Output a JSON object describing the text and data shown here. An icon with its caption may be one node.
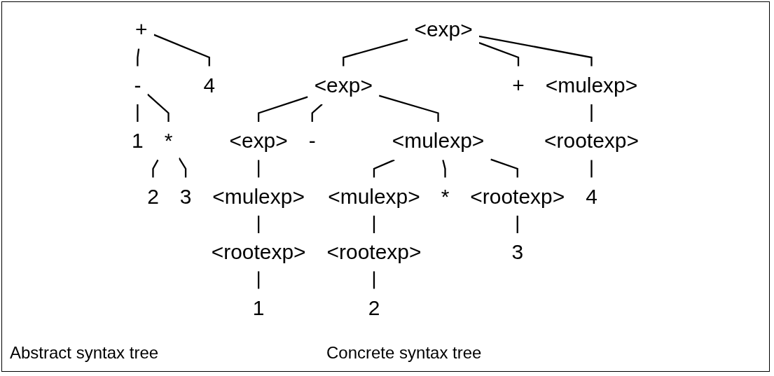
{
  "diagram": {
    "nodes": [
      {
        "text": [
          "+"
        ]
      },
      {
        "text": [
          "-"
        ]
      },
      {
        "text": [
          "4"
        ]
      },
      {
        "text": [
          "1"
        ]
      },
      {
        "text": [
          "*"
        ]
      },
      {
        "text": [
          "2"
        ]
      },
      {
        "text": [
          "3"
        ]
      },
      {
        "text": [
          "<exp>"
        ]
      },
      {
        "text": [
          "<exp>"
        ]
      },
      {
        "text": [
          "+"
        ]
      },
      {
        "text": [
          "<mulexp>"
        ]
      },
      {
        "text": [
          "<exp>"
        ]
      },
      {
        "text": [
          "-"
        ]
      },
      {
        "text": [
          "<mulexp>"
        ]
      },
      {
        "text": [
          "<rootexp>"
        ]
      },
      {
        "text": [
          "<mulexp>"
        ]
      },
      {
        "text": [
          "<mulexp>"
        ]
      },
      {
        "text": [
          "*"
        ]
      },
      {
        "text": [
          "<rootexp>"
        ]
      },
      {
        "text": [
          "4"
        ]
      },
      {
        "text": [
          "<rootexp>"
        ]
      },
      {
        "text": [
          "<rootexp>"
        ]
      },
      {
        "text": [
          "3"
        ]
      },
      {
        "text": [
          "1"
        ]
      },
      {
        "text": [
          "2"
        ]
      }
    ],
    "edges": [
      {
        "from": 0,
        "to": 1,
        "arrow": "none"
      },
      {
        "from": 0,
        "to": 2,
        "arrow": "none"
      },
      {
        "from": 1,
        "to": 3,
        "arrow": "none"
      },
      {
        "from": 1,
        "to": 4,
        "arrow": "none"
      },
      {
        "from": 4,
        "to": 5,
        "arrow": "none"
      },
      {
        "from": 4,
        "to": 6,
        "arrow": "none"
      },
      {
        "from": 7,
        "to": 8,
        "arrow": "none"
      },
      {
        "from": 7,
        "to": 9,
        "arrow": "none"
      },
      {
        "from": 7,
        "to": 10,
        "arrow": "none"
      },
      {
        "from": 8,
        "to": 11,
        "arrow": "none"
      },
      {
        "from": 8,
        "to": 12,
        "arrow": "none"
      },
      {
        "from": 8,
        "to": 13,
        "arrow": "none"
      },
      {
        "from": 10,
        "to": 14,
        "arrow": "none"
      },
      {
        "from": 11,
        "to": 15,
        "arrow": "none"
      },
      {
        "from": 13,
        "to": 16,
        "arrow": "none"
      },
      {
        "from": 13,
        "to": 17,
        "arrow": "none"
      },
      {
        "from": 13,
        "to": 18,
        "arrow": "none"
      },
      {
        "from": 14,
        "to": 19,
        "arrow": "none"
      },
      {
        "from": 15,
        "to": 20,
        "arrow": "none"
      },
      {
        "from": 16,
        "to": 21,
        "arrow": "none"
      },
      {
        "from": 18,
        "to": 22,
        "arrow": "none"
      },
      {
        "from": 20,
        "to": 23,
        "arrow": "none"
      },
      {
        "from": 21,
        "to": 24,
        "arrow": "none"
      }
    ],
    "labels": [
      "Abstract syntax tree",
      "Concrete syntax tree"
    ]
  }
}
